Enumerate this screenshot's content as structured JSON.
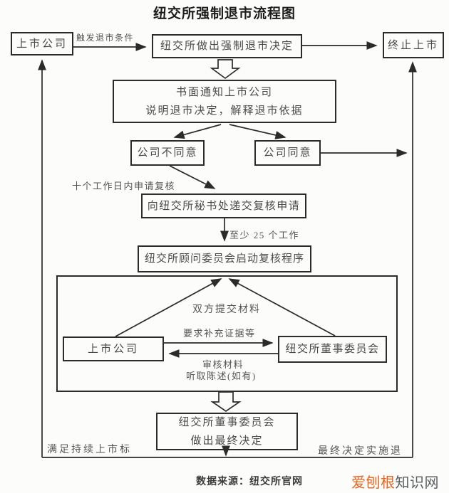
{
  "title": "纽交所强制退市流程图",
  "nodes": {
    "listed_company_top": "上市公司",
    "nyse_decision": "纽交所做出强制退市决定",
    "terminate": "终止上市",
    "notice_line1": "书面通知上市公司",
    "notice_line2": "说明退市决定，解释退市依据",
    "disagree": "公司不同意",
    "agree": "公司同意",
    "submit_review": "向纽交所秘书处递交复核申请",
    "advisory": "纽交所顾问委员会启动复核程序",
    "inner_company": "上市公司",
    "inner_board": "纽交所董事委员会",
    "final_line1": "纽交所董事委员会",
    "final_line2": "做出最终决定"
  },
  "edge_labels": {
    "trigger": "触发退市条件",
    "ten_days": "十个工作日内申请复核",
    "at_least": "至少 25 个工作",
    "both_submit": "双方提交材料",
    "request_evidence": "要求补充证据等",
    "review_materials": "审核材料",
    "hear_statements": "听取陈述(如有)",
    "meet_standard": "满足持续上市标",
    "final_delist": "最终决定实施退"
  },
  "footer": {
    "source": "数据来源：纽交所官网"
  },
  "watermark": {
    "highlight": "爱刨根",
    "rest": "知识网",
    "highlight_color": "#e8631c",
    "rest_color": "#5a5e63"
  },
  "colors": {
    "line": "#2b2b2b",
    "text": "#4a4a4a",
    "background": "#fcfcfb"
  }
}
